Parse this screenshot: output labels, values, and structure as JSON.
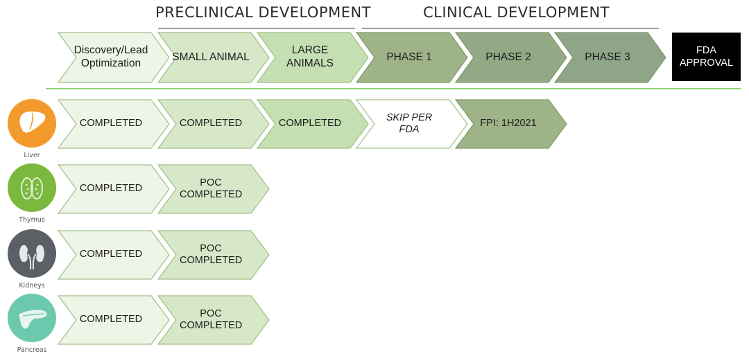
{
  "headers": {
    "preclinical": "PRECLINICAL DEVELOPMENT",
    "clinical": "CLINICAL DEVELOPMENT"
  },
  "stages": [
    {
      "label": "Discovery/Lead Optimization",
      "color": "#eef4e6"
    },
    {
      "label": "SMALL ANIMAL",
      "color": "#d6e8c8"
    },
    {
      "label": "LARGE ANIMALS",
      "color": "#c4dfb2"
    },
    {
      "label": "PHASE 1",
      "color": "#9eb488"
    },
    {
      "label": "PHASE 2",
      "color": "#93a985"
    },
    {
      "label": "PHASE 3",
      "color": "#8ea588"
    }
  ],
  "fda": {
    "label": "FDA APPROVAL",
    "color": "#000000"
  },
  "organs": [
    {
      "name": "Liver",
      "icon": "liver-icon",
      "color": "#f39a2d",
      "cells": [
        {
          "label": "COMPLETED",
          "color": "#eef4e6"
        },
        {
          "label": "COMPLETED",
          "color": "#d6e8c8"
        },
        {
          "label": "COMPLETED",
          "color": "#c4dfb2"
        },
        {
          "label": "SKIP PER FDA",
          "color": "#ffffff",
          "style": "italic"
        },
        {
          "label": "FPI: 1H2021",
          "color": "#9eb488"
        }
      ]
    },
    {
      "name": "Thymus",
      "icon": "thymus-icon",
      "color": "#7ab83e",
      "cells": [
        {
          "label": "COMPLETED",
          "color": "#eef4e6"
        },
        {
          "label": "POC COMPLETED",
          "color": "#d6e8c8"
        }
      ]
    },
    {
      "name": "Kidneys",
      "icon": "kidneys-icon",
      "color": "#5b6066",
      "cells": [
        {
          "label": "COMPLETED",
          "color": "#eef4e6"
        },
        {
          "label": "POC COMPLETED",
          "color": "#d6e8c8"
        }
      ]
    },
    {
      "name": "Pancreas",
      "icon": "pancreas-icon",
      "color": "#6cc9ad",
      "cells": [
        {
          "label": "COMPLETED",
          "color": "#eef4e6"
        },
        {
          "label": "POC COMPLETED",
          "color": "#d6e8c8"
        }
      ]
    }
  ]
}
